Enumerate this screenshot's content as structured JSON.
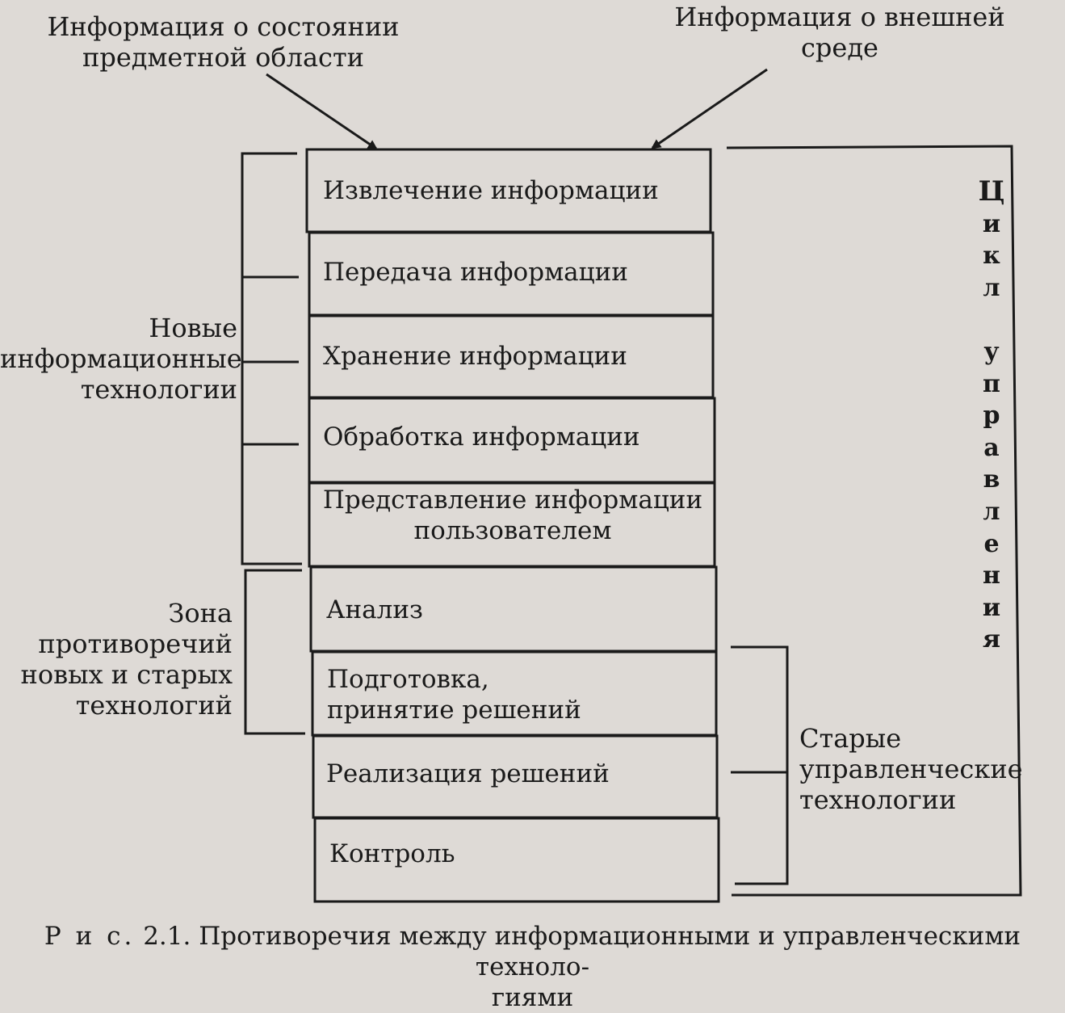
{
  "inputs": {
    "domain_state": [
      "Информация о  состоянии",
      "предметной области"
    ],
    "external_env": [
      "Информация о внешней",
      "среде"
    ]
  },
  "stages": [
    {
      "lines": [
        "Извлечение информации"
      ]
    },
    {
      "lines": [
        "Передача информации"
      ]
    },
    {
      "lines": [
        "Хранение информации"
      ]
    },
    {
      "lines": [
        "Обработка информации"
      ]
    },
    {
      "lines": [
        "Представление информации",
        "пользователем"
      ]
    },
    {
      "lines": [
        "Анализ"
      ]
    },
    {
      "lines": [
        "Подготовка,",
        "принятие решений"
      ]
    },
    {
      "lines": [
        "Реализация решений"
      ]
    },
    {
      "lines": [
        "Контроль"
      ]
    }
  ],
  "groups": {
    "new_it": [
      "Новые",
      "информационные",
      "технологии"
    ],
    "contradiction_zone": [
      "Зона",
      "противоречий",
      "новых и старых",
      "технологий"
    ],
    "old_mgmt": [
      "Старые",
      "управленческие",
      "технологии"
    ]
  },
  "cycle_label": [
    "Ц",
    "и",
    "к",
    "л",
    "",
    "у",
    "п",
    "р",
    "а",
    "в",
    "л",
    "е",
    "н",
    "и",
    "я"
  ],
  "caption": {
    "prefix": "Р и с.",
    "line1": " 2.1. Противоречия между информационными и управленческими техноло-",
    "line2": "гиями"
  }
}
